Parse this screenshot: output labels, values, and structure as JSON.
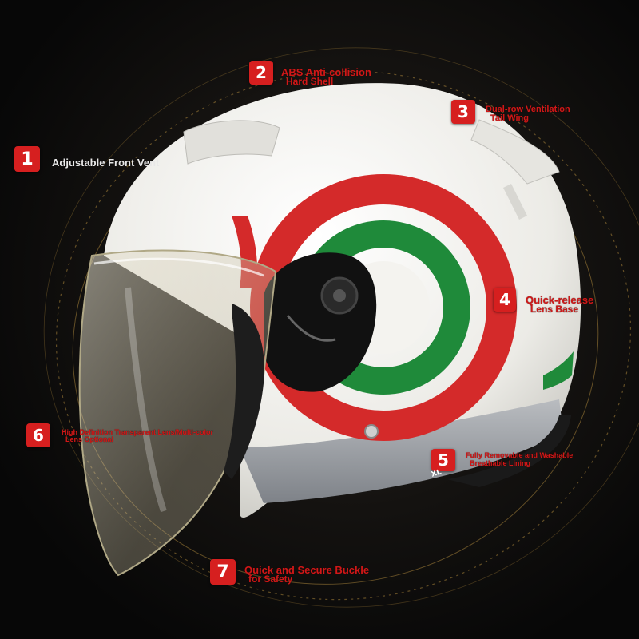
{
  "features": [
    {
      "number": "1",
      "label": "Adjustable Front Vent"
    },
    {
      "number": "2",
      "label_line1": "ABS Anti-collision",
      "label_line2": "Hard Shell"
    },
    {
      "number": "3",
      "label_line1": "Dual-row Ventilation",
      "label_line2": "Tail Wing"
    },
    {
      "number": "4",
      "label_line1": "Quick-release",
      "label_line2": "Lens Base"
    },
    {
      "number": "5",
      "label_line1": "Fully Removable and Washable",
      "label_line2": "Breathable Lining",
      "size_tag": "XL"
    },
    {
      "number": "6",
      "label_line1": "High Definition Transparent Lens/Multi-color",
      "label_line2": "Lens Optional"
    },
    {
      "number": "7",
      "label_line1": "Quick and Secure Buckle",
      "label_line2": "for Safety"
    }
  ],
  "colors": {
    "badge": "#d61f1f",
    "label_red": "#d01818",
    "helmet_shell": "#f4f3ef",
    "roundel_red": "#d42a2a",
    "roundel_green": "#1f8a3a",
    "visor_tint": "#c9c2a8"
  }
}
